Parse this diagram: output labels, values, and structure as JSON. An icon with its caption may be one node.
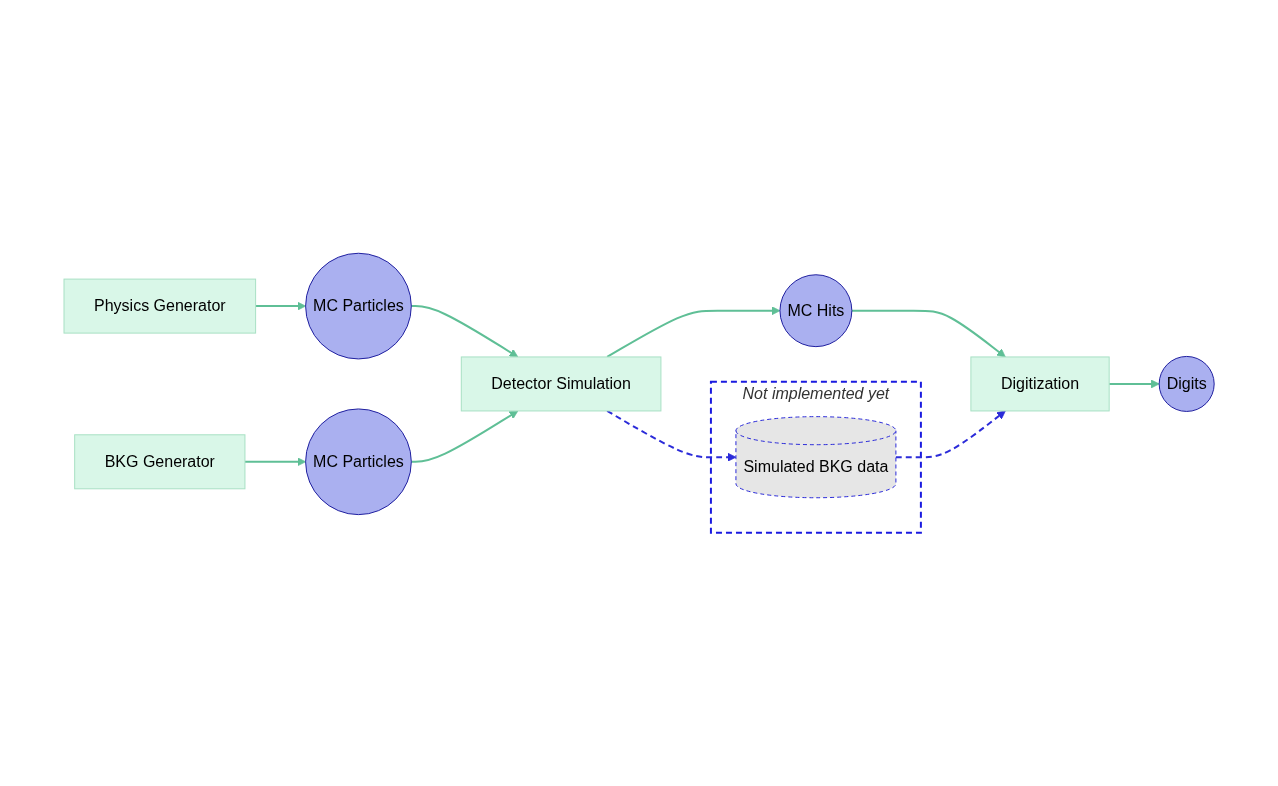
{
  "diagram": {
    "nodes": [
      {
        "text": [
          "Physics Generator"
        ]
      },
      {
        "text": [
          "MC Particles"
        ]
      },
      {
        "text": [
          "BKG Generator"
        ]
      },
      {
        "text": [
          "MC Particles"
        ]
      },
      {
        "text": [
          "Detector Simulation"
        ]
      },
      {
        "text": [
          "MC Hits"
        ]
      },
      {
        "text": [
          "Digitization"
        ]
      },
      {
        "text": [
          "Digits"
        ]
      },
      {
        "text": [
          "Not implemented yet"
        ]
      },
      {
        "text": [
          "Simulated BKG data"
        ],
        "in": 8
      }
    ],
    "edges": [
      {
        "from": 0,
        "to": 1,
        "arrow": "to"
      },
      {
        "from": 1,
        "to": 4,
        "arrow": "to"
      },
      {
        "from": 2,
        "to": 3,
        "arrow": "to"
      },
      {
        "from": 3,
        "to": 4,
        "arrow": "to"
      },
      {
        "from": 4,
        "to": 5,
        "arrow": "to"
      },
      {
        "from": 5,
        "to": 6,
        "arrow": "to"
      },
      {
        "from": 6,
        "to": 7,
        "arrow": "to"
      },
      {
        "from": 4,
        "to": 9,
        "arrow": "to",
        "style": "dashed",
        "color": "#2b2bd9"
      },
      {
        "from": 9,
        "to": 6,
        "arrow": "to",
        "style": "dashed",
        "color": "#2b2bd9"
      }
    ]
  }
}
